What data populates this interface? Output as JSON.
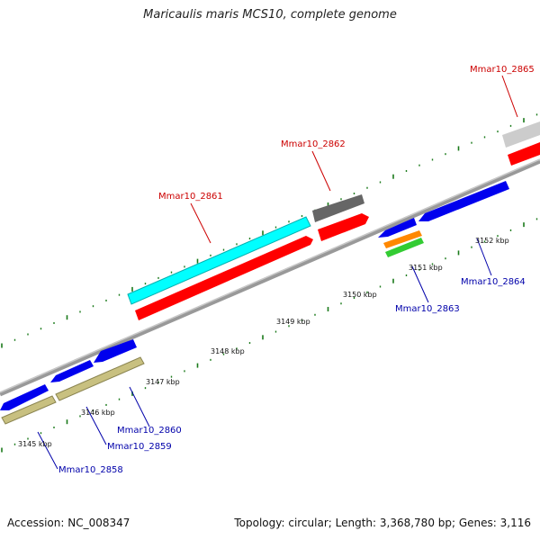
{
  "title": "Maricaulis maris MCS10, complete genome",
  "footer": {
    "accession": "Accession: NC_008347",
    "summary": "Topology: circular; Length: 3,368,780 bp; Genes: 3,116"
  },
  "ticks": [
    "3145 kbp",
    "3146 kbp",
    "3147 kbp",
    "3148 kbp",
    "3149 kbp",
    "3150 kbp",
    "3151 kbp",
    "3152 kbp"
  ],
  "gene_labels": {
    "g2858": "Mmar10_2858",
    "g2859": "Mmar10_2859",
    "g2860": "Mmar10_2860",
    "g2861": "Mmar10_2861",
    "g2862": "Mmar10_2862",
    "g2863": "Mmar10_2863",
    "g2864": "Mmar10_2864",
    "g2865": "Mmar10_2865"
  },
  "colors": {
    "forward_label": "#cc0000",
    "reverse_label": "#0000aa",
    "backbone": "#888888",
    "tick": "#1a7a1a",
    "cds_red": "#ff0000",
    "cds_blue": "#0000ee",
    "cds_cyan": "#00ffff",
    "cds_khaki": "#c8c080",
    "cds_dark": "#666666",
    "cds_light": "#cccccc",
    "cds_orange": "#ff8800",
    "cds_green": "#33cc33"
  }
}
